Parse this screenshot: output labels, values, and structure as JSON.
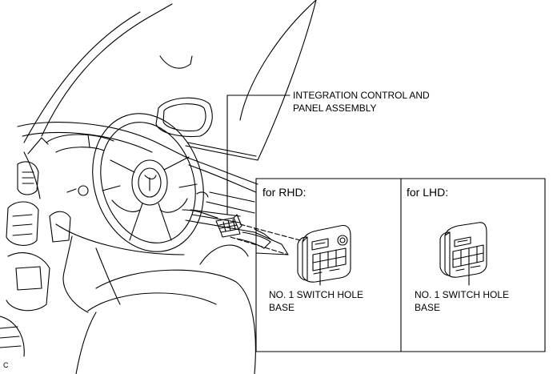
{
  "callouts": {
    "assembly_line1": "INTEGRATION CONTROL AND",
    "assembly_line2": "PANEL ASSEMBLY",
    "rhd_header": "for RHD:",
    "lhd_header": "for LHD:",
    "rhd_part_line1": "NO. 1 SWITCH HOLE",
    "rhd_part_line2": "BASE",
    "lhd_part_line1": "NO. 1 SWITCH HOLE",
    "lhd_part_line2": "BASE"
  },
  "corner_code": "C",
  "colors": {
    "line": "#000000",
    "background": "#ffffff"
  }
}
